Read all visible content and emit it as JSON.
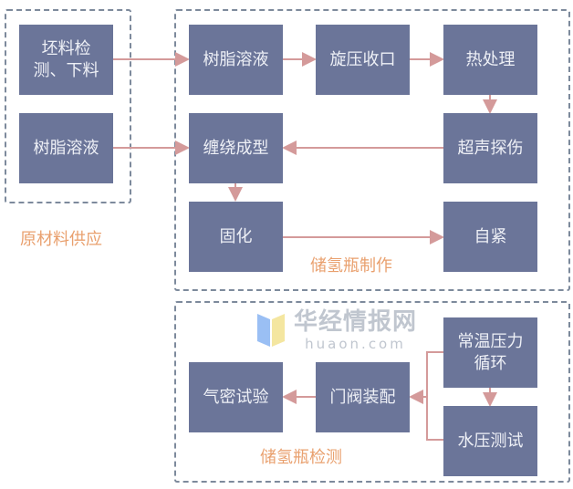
{
  "groups": {
    "supply": {
      "label": "原材料供应",
      "boxes": [
        "坯料检测、下料",
        "树脂溶液"
      ]
    },
    "manufacture": {
      "label": "储氢瓶制作",
      "boxes": [
        "树脂溶液",
        "旋压收口",
        "热处理",
        "超声探伤",
        "缠绕成型",
        "固化",
        "自紧"
      ]
    },
    "inspection": {
      "label": "储氢瓶检测",
      "boxes": [
        "常温压力循环",
        "水压测试",
        "门阀装配",
        "气密试验"
      ]
    }
  },
  "watermark": {
    "cn": "华经情报网",
    "en": "huaon.com"
  },
  "colors": {
    "box": "#6b7599",
    "arrow": "#d49a9a",
    "label": "#e9a06e",
    "border": "#7d8a9c"
  }
}
